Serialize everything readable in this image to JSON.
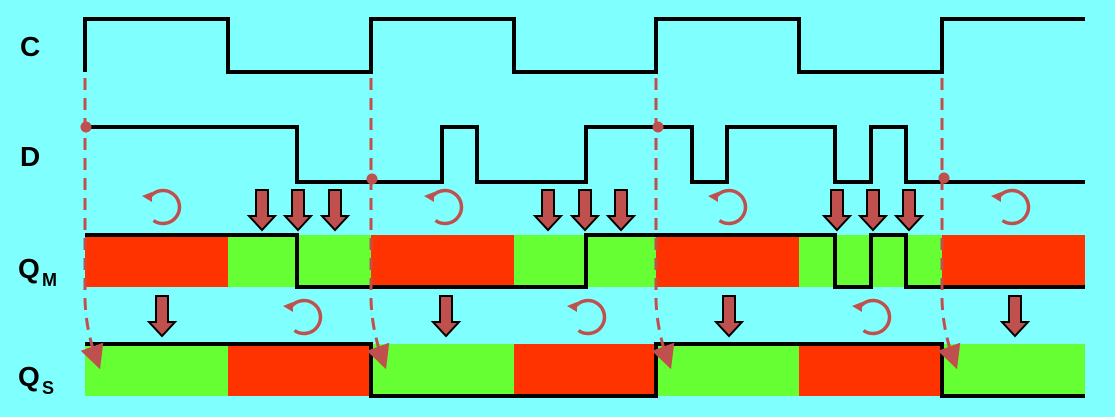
{
  "labels": {
    "c": "C",
    "d": "D",
    "qm_main": "Q",
    "qm_sub": "M",
    "qs_main": "Q",
    "qs_sub": "S"
  },
  "colors": {
    "background": "#80FFFF",
    "signal_line": "#000000",
    "high_fill": "#66FF33",
    "low_fill": "#FF3300",
    "arrow_fill": "#C0504D",
    "arrow_stroke": "#000000",
    "sample_marker": "#C0504D"
  }
}
